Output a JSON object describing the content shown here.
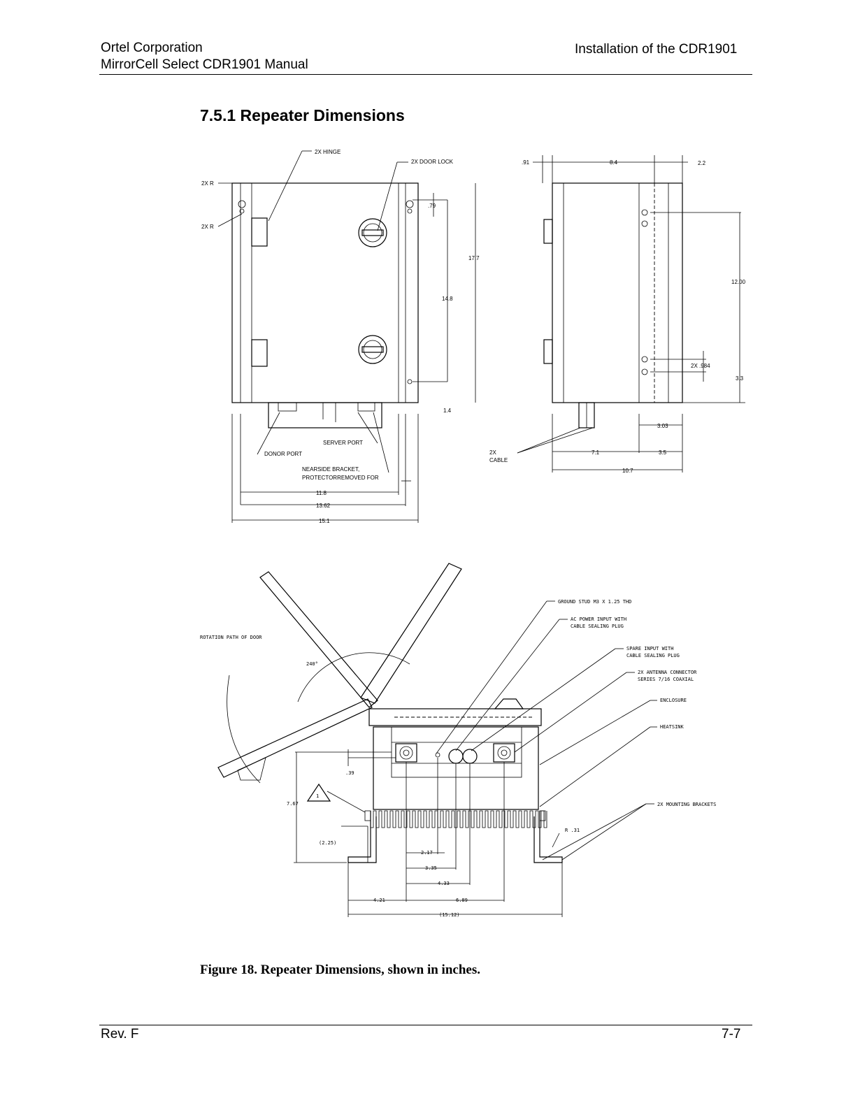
{
  "header": {
    "company": "Ortel Corporation",
    "manual": "MirrorCell Select CDR1901 Manual",
    "section": "Installation of the CDR1901"
  },
  "section_title": "7.5.1  Repeater Dimensions",
  "front_view": {
    "labels": [
      "2X HINGE",
      "2X DOOR LOCK",
      "2X R",
      "2X R",
      "SERVER PORT",
      "DONOR PORT",
      "NEARSIDE BRACKET,",
      "PROTECTORREMOVED FOR"
    ],
    "dims": [
      ".79",
      "17.7",
      "14.8",
      "1.4",
      "11.8",
      "13.62",
      "15.1"
    ]
  },
  "side_view": {
    "labels": [
      "2X",
      "CABLE"
    ],
    "dims": [
      ".91",
      "8.4",
      "2.2",
      "12.00",
      "2X .984",
      "3.3",
      "3.03",
      "7.1",
      "3.5",
      "10.7"
    ]
  },
  "top_view": {
    "labels": [
      "ROTATION PATH OF DOOR",
      "GROUND STUD M3 X 1.25 THD",
      "AC POWER INPUT WITH",
      "CABLE SEALING PLUG",
      "SPARE INPUT WITH",
      "CABLE SEALING PLUG",
      "2X ANTENNA CONNECTOR",
      "SERIES 7/16 COAXIAL",
      "ENCLOSURE",
      "HEATSINK",
      "2X MOUNTING BRACKETS",
      "1"
    ],
    "dims": [
      "240°",
      ".39",
      "7.67",
      "(2.25)",
      "R .31",
      "2.17",
      "3.35",
      "4.33",
      "4.21",
      "6.89",
      "(15.12)"
    ]
  },
  "caption": "Figure 18. Repeater Dimensions, shown in inches.",
  "footer": {
    "revision": "Rev. F",
    "page": "7-7"
  }
}
